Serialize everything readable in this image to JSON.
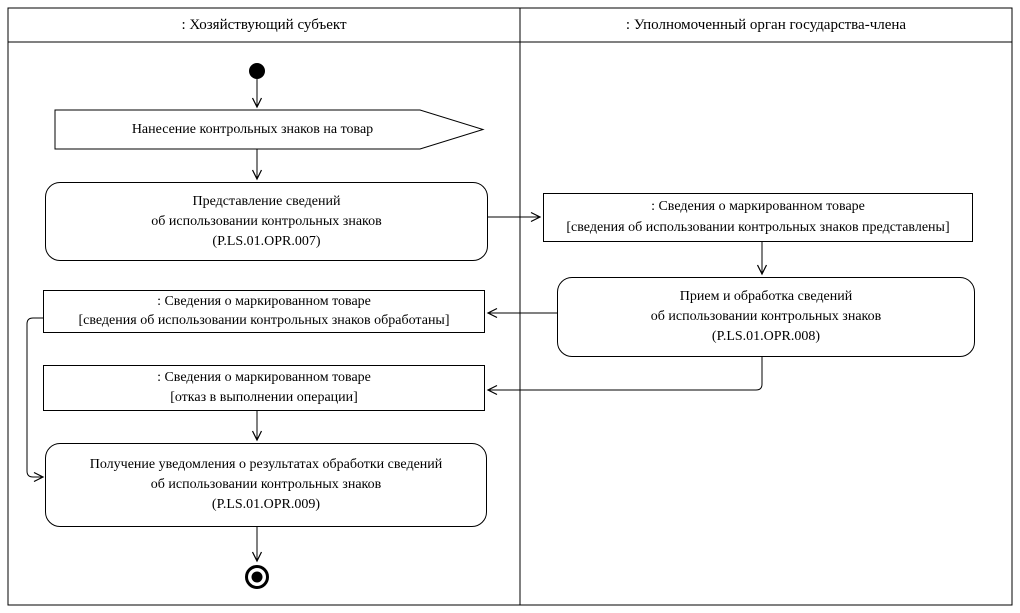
{
  "colors": {
    "line": "#000000",
    "background": "#ffffff",
    "text": "#000000"
  },
  "lanes": {
    "left": {
      "title": ": Хозяйствующий субъект"
    },
    "right": {
      "title": ": Уполномоченный орган государства-члена"
    }
  },
  "nodes": {
    "signal": {
      "label": "Нанесение контрольных знаков на товар"
    },
    "activity_007": {
      "line1": "Представление сведений",
      "line2": "об использовании контрольных знаков",
      "line3": "(P.LS.01.OPR.007)"
    },
    "object_presented": {
      "title": ": Сведения о маркированном товаре",
      "state": "[сведения об использовании контрольных знаков представлены]"
    },
    "activity_008": {
      "line1": "Прием и обработка сведений",
      "line2": "об использовании контрольных знаков",
      "line3": "(P.LS.01.OPR.008)"
    },
    "object_processed": {
      "title": ": Сведения о маркированном товаре",
      "state": "[сведения об использовании контрольных знаков обработаны]"
    },
    "object_rejected": {
      "title": ": Сведения о маркированном товаре",
      "state": "[отказ в выполнении операции]"
    },
    "activity_009": {
      "line1": "Получение уведомления о результатах обработки сведений",
      "line2": "об использовании контрольных знаков",
      "line3": "(P.LS.01.OPR.009)"
    }
  }
}
